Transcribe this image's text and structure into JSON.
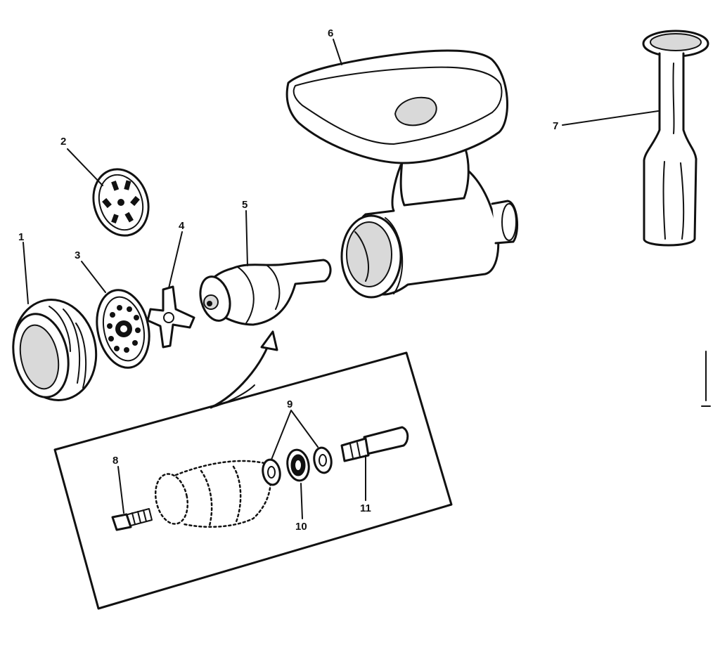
{
  "diagram": {
    "callouts": [
      {
        "id": "p1",
        "text": "1"
      },
      {
        "id": "p2",
        "text": "2"
      },
      {
        "id": "p3",
        "text": "3"
      },
      {
        "id": "p4",
        "text": "4"
      },
      {
        "id": "p5",
        "text": "5"
      },
      {
        "id": "p6",
        "text": "6"
      },
      {
        "id": "p7",
        "text": "7"
      },
      {
        "id": "p8",
        "text": "8"
      },
      {
        "id": "p9",
        "text": "9"
      },
      {
        "id": "p10",
        "text": "10"
      },
      {
        "id": "p11",
        "text": "11"
      }
    ]
  }
}
